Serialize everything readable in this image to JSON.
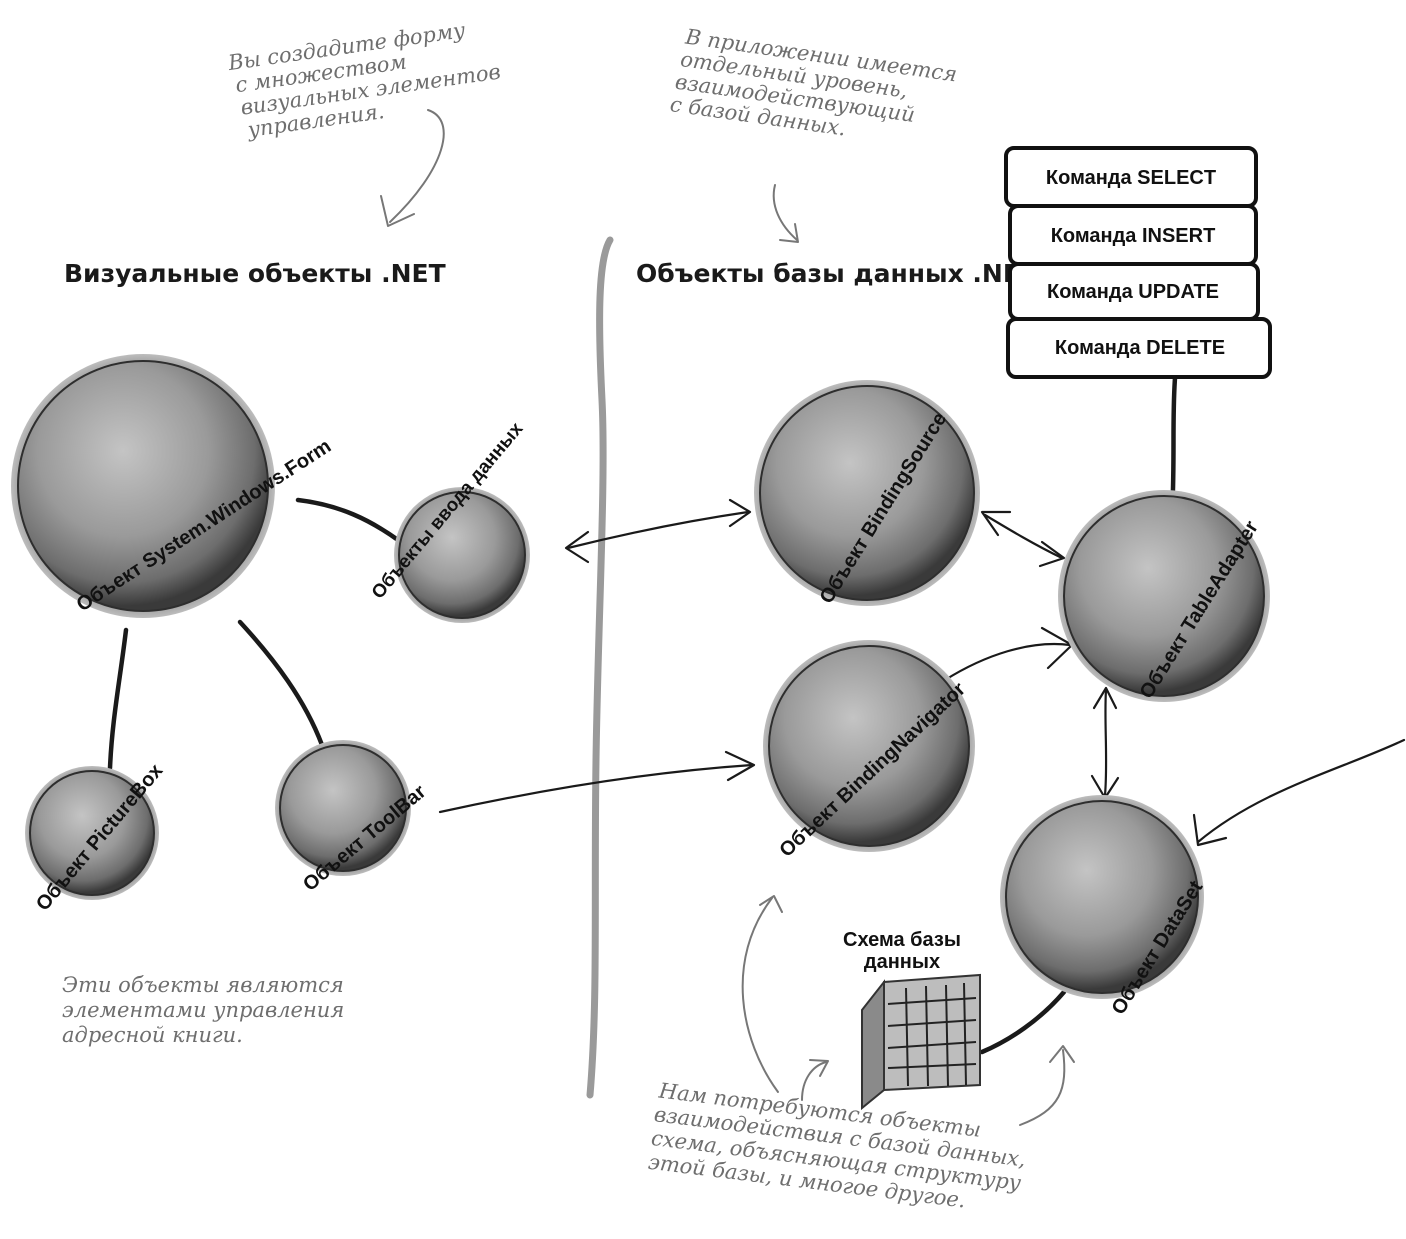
{
  "headings": {
    "visual": "Визуальные объекты .NET",
    "database": "Объекты базы данных .NET"
  },
  "notes": {
    "top_left": [
      "Вы создадите форму",
      "с множеством",
      "визуальных элементов",
      "управления."
    ],
    "top_mid": [
      "В приложении имеется",
      "отдельный уровень,",
      "взаимодействующий",
      "с базой данных."
    ],
    "bottom_left": [
      "Эти объекты являются",
      "элементами управления",
      "адресной книги."
    ],
    "bottom_mid": [
      "Нам потребуются объекты",
      "взаимодействия с базой данных,",
      "схема, объясняющая структуру",
      "этой базы, и многое другое."
    ]
  },
  "objects": {
    "form": "Объект System.Windows.Form",
    "input": "Объекты ввода данных",
    "picturebox": "Объект PictureBox",
    "toolbar": "Объект ToolBar",
    "bindingsource": "Объект BindingSource",
    "bindingnavigator": "Объект BindingNavigator",
    "tableadapter": "Объект TableAdapter",
    "dataset": "Объект DataSet"
  },
  "commands": [
    "Команда SELECT",
    "Команда INSERT",
    "Команда UPDATE",
    "Команда DELETE"
  ],
  "schema": [
    "Схема базы",
    "данных"
  ]
}
